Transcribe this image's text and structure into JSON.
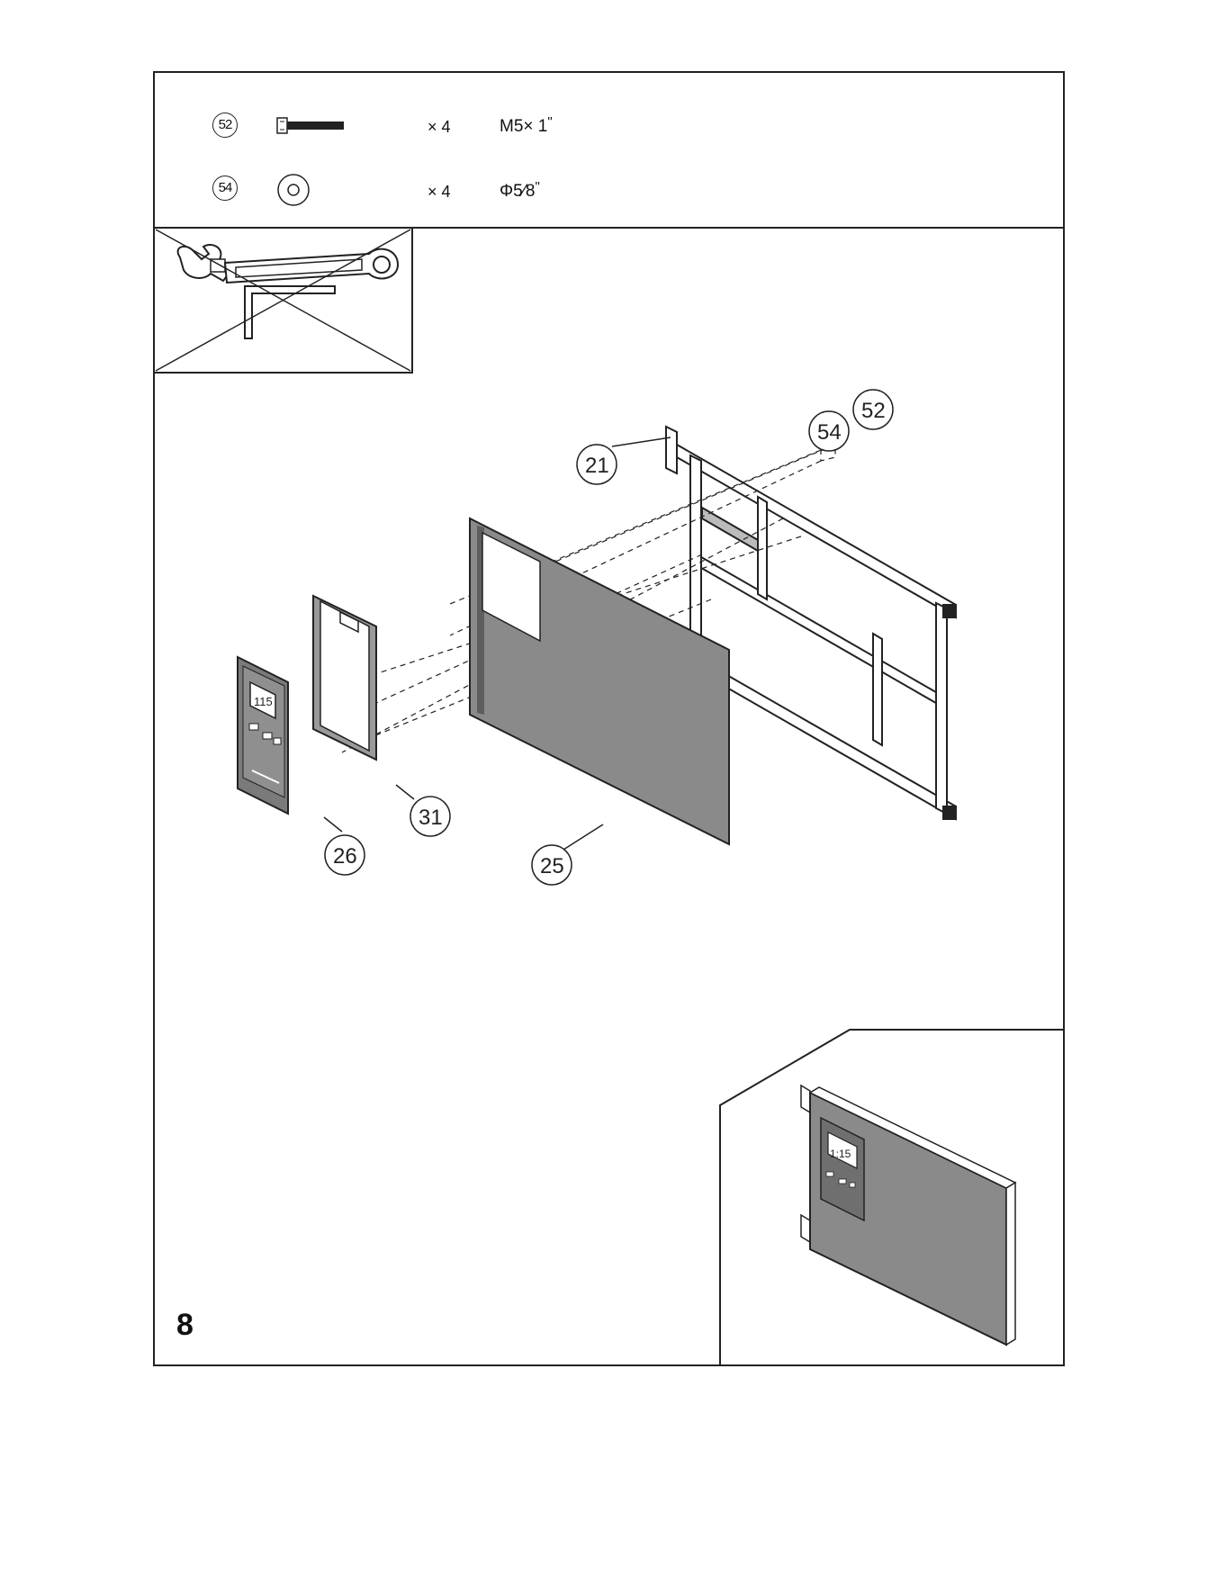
{
  "step_number": "8",
  "parts": [
    {
      "id": "52",
      "qty": "× 4",
      "spec": "M5× 1",
      "spec_suffix": "\"",
      "icon": "bolt-icon"
    },
    {
      "id": "54",
      "qty": "× 4",
      "spec": "Φ5⁄8",
      "spec_suffix": "\"",
      "icon": "washer-icon"
    }
  ],
  "tools": [
    "adjustable-wrench-icon",
    "hex-key-icon"
  ],
  "callouts": [
    {
      "id": "21",
      "label": "21"
    },
    {
      "id": "54",
      "label": "54"
    },
    {
      "id": "52",
      "label": "52"
    },
    {
      "id": "25",
      "label": "25"
    },
    {
      "id": "31",
      "label": "31"
    },
    {
      "id": "26",
      "label": "26"
    }
  ],
  "clock_display": "115",
  "inset_clock_display": "1:15",
  "colors": {
    "panel": "#8a8a8a",
    "panel_dark": "#5e5e5e",
    "line": "#222222",
    "frame_fill": "#ffffff"
  }
}
